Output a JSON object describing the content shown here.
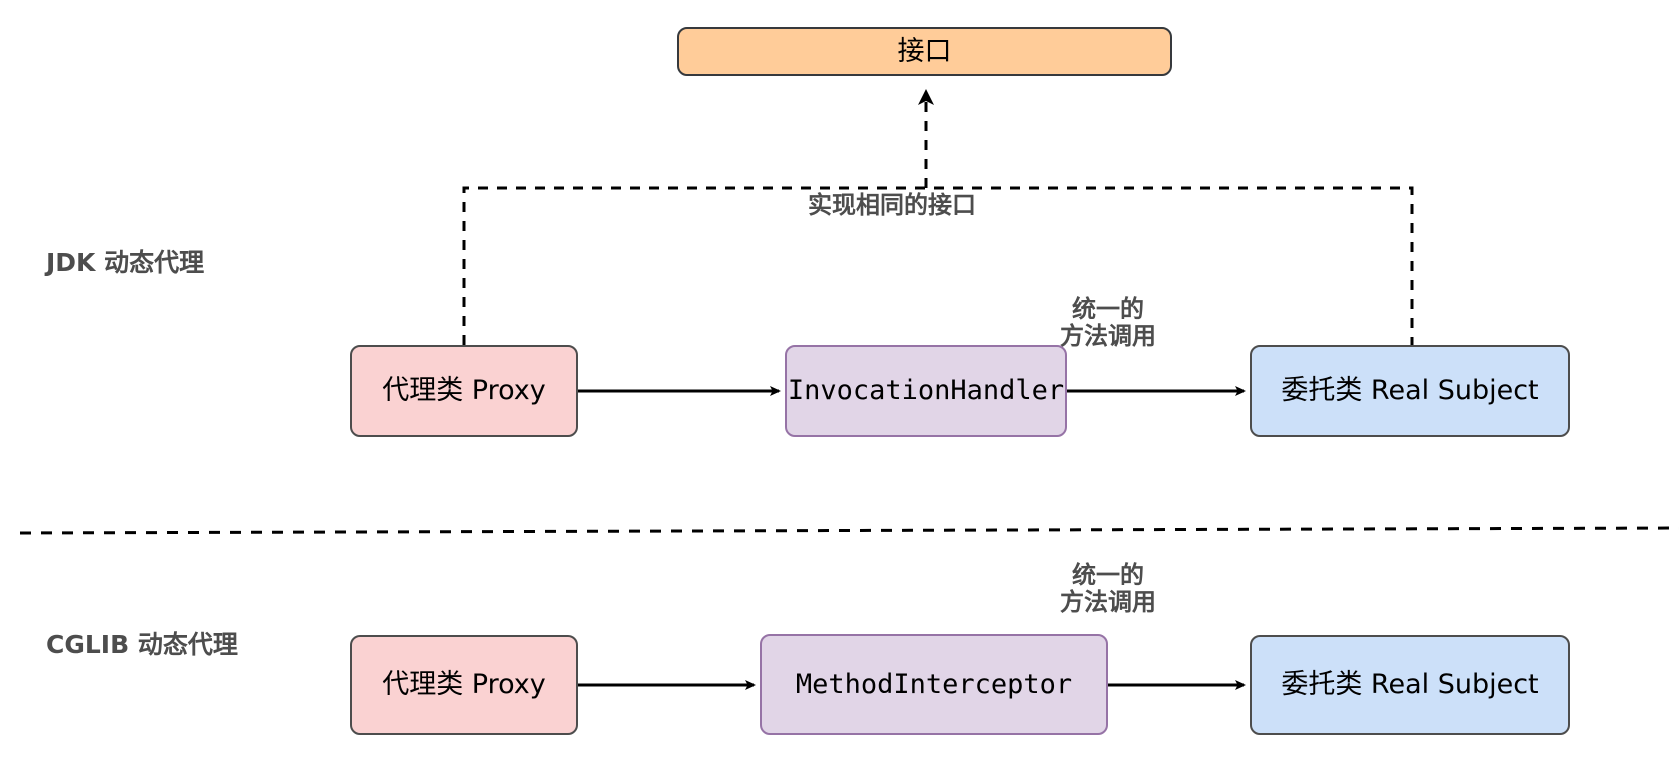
{
  "diagram": {
    "title_sections": [
      {
        "id": "jdk",
        "label": "JDK 动态代理"
      },
      {
        "id": "cglib",
        "label": "CGLIB 动态代理"
      }
    ],
    "nodes": {
      "interface": {
        "label": "接口",
        "color": "#ffcc99",
        "border": "#36393d"
      },
      "jdk_proxy": {
        "label": "代理类 Proxy",
        "color": "#fad2d2",
        "border": "#4d4d4d"
      },
      "invocation_handler": {
        "label": "InvocationHandler",
        "color": "#e1d5e7",
        "border": "#9673a6"
      },
      "jdk_subject": {
        "label": "委托类 Real Subject",
        "color": "#cce0f9",
        "border": "#4d4d4d"
      },
      "cglib_proxy": {
        "label": "代理类 Proxy",
        "color": "#fad2d2",
        "border": "#4d4d4d"
      },
      "method_interceptor": {
        "label": "MethodInterceptor",
        "color": "#e1d5e7",
        "border": "#9673a6"
      },
      "cglib_subject": {
        "label": "委托类 Real Subject",
        "color": "#cce0f9",
        "border": "#4d4d4d"
      }
    },
    "edge_labels": {
      "same_interface": "实现相同的接口",
      "unified_call_jdk": "统一的\n方法调用",
      "unified_call_cglib": "统一的\n方法调用"
    },
    "colors": {
      "line": "#000000",
      "text_gray": "#4d4d4d",
      "separator": "#000000",
      "background": "#ffffff"
    }
  }
}
